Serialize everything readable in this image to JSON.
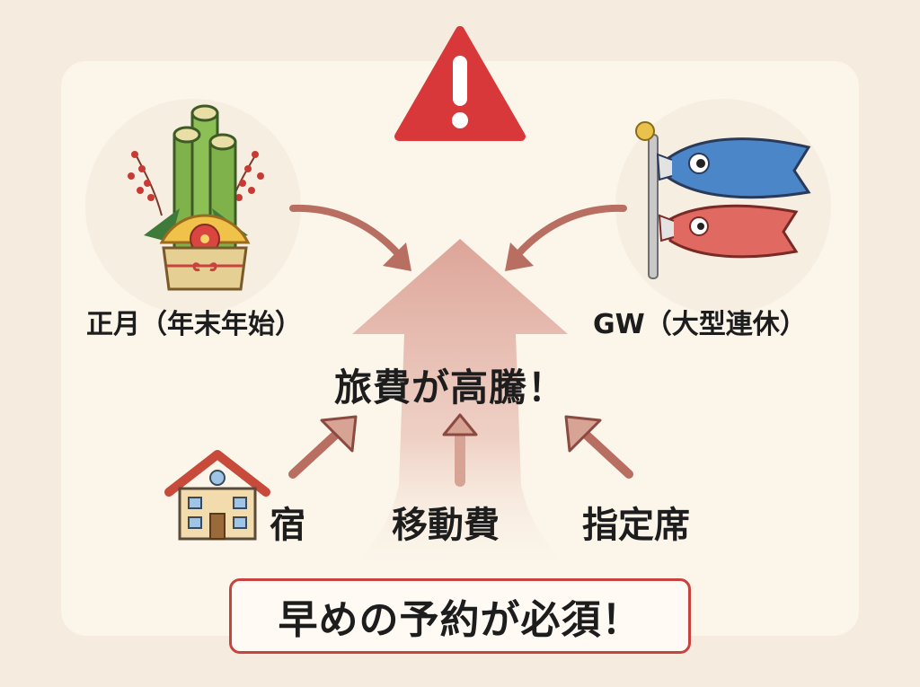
{
  "labels": {
    "new_year": "正月（年末年始）",
    "golden_week": "GW（大型連休）",
    "center": "旅費が高騰！",
    "lodging": "宿",
    "transport": "移動費",
    "reserved_seat": "指定席"
  },
  "callout": "早めの予約が必須！",
  "icons": {
    "warning": "warning-triangle-icon",
    "new_year": "kadomatsu-icon",
    "golden_week": "koinobori-icon",
    "lodging": "house-icon"
  },
  "colors": {
    "warning_red": "#d9383a",
    "arrow_brown": "#b86f62",
    "rising_arrow": "#d99b8f",
    "callout_border": "#c8423f"
  }
}
